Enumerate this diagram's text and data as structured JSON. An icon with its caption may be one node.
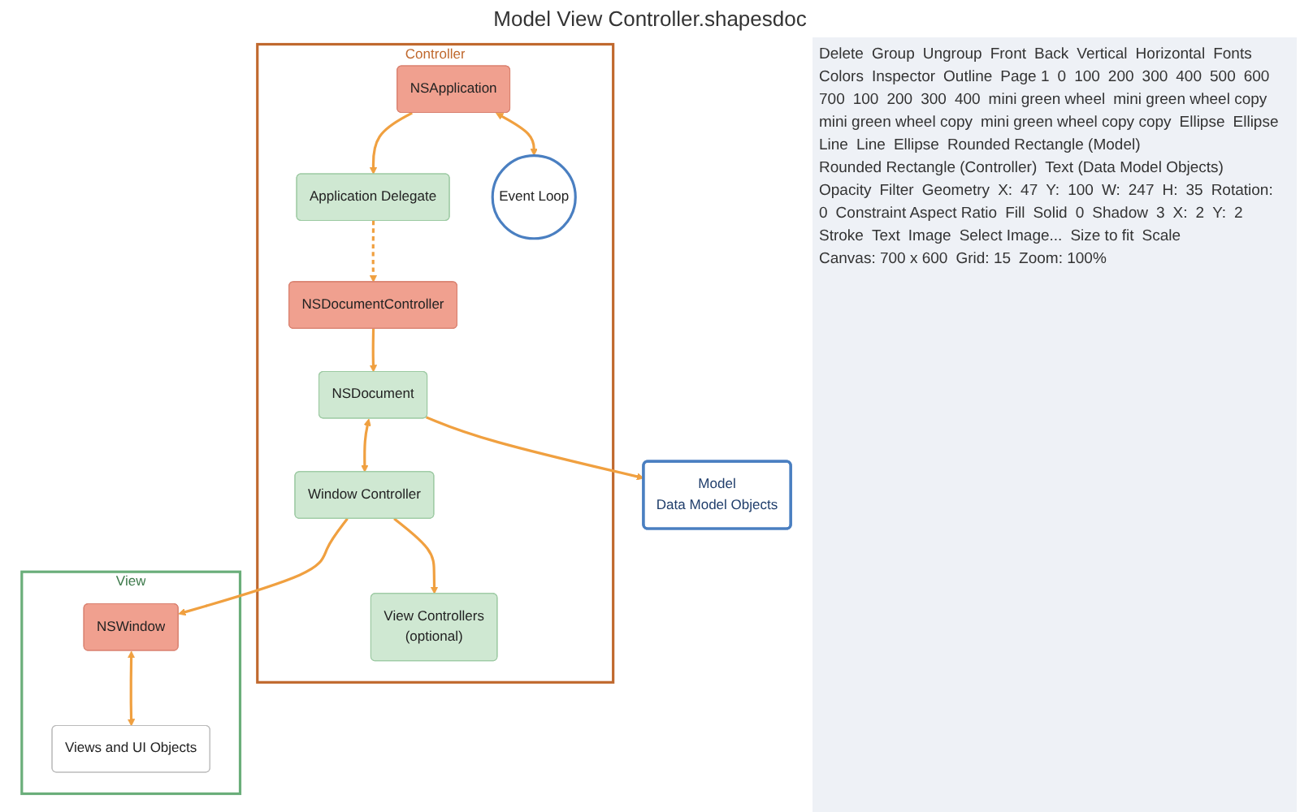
{
  "diagram": {
    "title": "Model View Controller.shapesdoc",
    "nodes": [
      {
        "text": [
          "Model",
          "Data Model Objects"
        ]
      },
      {
        "text": [
          "Controller"
        ]
      },
      {
        "text": [
          "NSApplication"
        ],
        "in": 1
      },
      {
        "text": [
          "Application Delegate"
        ],
        "in": 1
      },
      {
        "text": [
          "Event Loop"
        ],
        "in": 1
      },
      {
        "text": [
          "NSDocumentController"
        ],
        "in": 1
      },
      {
        "text": [
          "NSDocument"
        ],
        "in": 1
      },
      {
        "text": [
          "Window Controller"
        ],
        "in": 1
      },
      {
        "text": [
          "View Controllers",
          "(optional)"
        ],
        "in": 1
      },
      {
        "text": [
          "View"
        ]
      },
      {
        "text": [
          "NSWindow"
        ],
        "in": 9
      },
      {
        "text": [
          "Views and UI Objects"
        ],
        "in": 9
      }
    ],
    "edges": [
      {
        "from": 2,
        "to": 3,
        "arrow": "to"
      },
      {
        "from": 2,
        "to": 4,
        "arrow": "both"
      },
      {
        "from": 3,
        "to": 5,
        "arrow": "to",
        "style": "dashed"
      },
      {
        "from": 5,
        "to": 6,
        "arrow": "to"
      },
      {
        "from": 6,
        "to": 0,
        "arrow": "to"
      },
      {
        "from": 6,
        "to": 7,
        "arrow": "both"
      },
      {
        "from": 7,
        "to": 10,
        "arrow": "to"
      },
      {
        "from": 7,
        "to": 8,
        "arrow": "to"
      },
      {
        "from": 10,
        "to": 11,
        "arrow": "both"
      }
    ],
    "labels": [
      "Delete",
      "Group",
      "Ungroup",
      "Front",
      "Back",
      "Vertical",
      "Horizontal",
      "Fonts",
      "Colors",
      "Inspector",
      "Outline",
      "Page 1",
      "0",
      "100",
      "200",
      "300",
      "400",
      "500",
      "600",
      "700",
      "100",
      "200",
      "300",
      "400",
      "mini green wheel",
      "mini green wheel copy",
      "mini green wheel copy",
      "mini green wheel copy copy",
      "Ellipse",
      "Ellipse",
      "Line",
      "Line",
      "Ellipse",
      "Rounded Rectangle (Model)",
      "Rounded Rectangle (Controller)",
      "Text (Data Model Objects)",
      "Opacity",
      "Filter",
      "Geometry",
      "X:",
      "47",
      "Y:",
      "100",
      "W:",
      "247",
      "H:",
      "35",
      "Rotation:",
      "0",
      "Constraint Aspect Ratio",
      "Fill",
      "Solid",
      "0",
      "Shadow",
      "3",
      "X:",
      "2",
      "Y:",
      "2",
      "Stroke",
      "Text",
      "Image",
      "Select Image...",
      "Size to fit",
      "Scale",
      "Canvas: 700 x 600",
      "Grid: 15",
      "Zoom: 100%"
    ]
  }
}
